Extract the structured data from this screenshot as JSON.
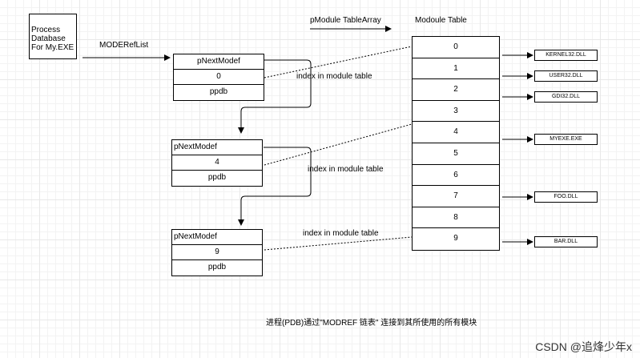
{
  "process_box": {
    "lines": [
      "Process",
      "Database",
      "For My.EXE"
    ]
  },
  "labels": {
    "moderef_list": "MODERefList",
    "pmodule_table_array": "pModule TableArray",
    "module_table_title": "Modoule Table",
    "index_label_1": "index in module table",
    "index_label_2": "index in module table",
    "index_label_3": "index in module table"
  },
  "ref_tables": [
    {
      "rows": [
        "pNextModef",
        "0",
        "ppdb"
      ]
    },
    {
      "rows": [
        "pNextModef",
        "4",
        "ppdb"
      ]
    },
    {
      "rows": [
        "pNextModef",
        "9",
        "ppdb"
      ]
    }
  ],
  "module_table": {
    "rows": [
      "0",
      "1",
      "2",
      "3",
      "4",
      "5",
      "6",
      "7",
      "8",
      "9"
    ]
  },
  "dlls": {
    "kernel32": "KERNEL32.DLL",
    "user32": "USER32.DLL",
    "gdi32": "GDI32.DLL",
    "myexe": "MYEXE.EXE",
    "foo": "FOO.DLL",
    "bar": "BAR.DLL"
  },
  "caption": "进程(PDB)通过\"MODREF 链表\" 连接到其所使用的所有模块",
  "watermark": "CSDN @追烽少年x"
}
